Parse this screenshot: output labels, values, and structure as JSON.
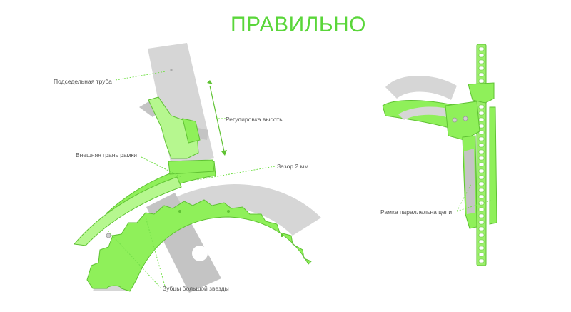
{
  "title": "ПРАВИЛЬНО",
  "labels": {
    "seat_tube": "Подседельная труба",
    "height_adjust": "Регулировка высоты",
    "frame_outer_edge": "Внешняя грань рамки",
    "gap": "Зазор 2 мм",
    "big_ring_teeth": "Зубцы большой звезды",
    "frame_parallel": "Рамка параллельна цепи"
  },
  "colors": {
    "accent": "#5ad63a",
    "part_green": "#8ff05a",
    "part_grey": "#d6d6d6",
    "text": "#555555"
  },
  "icons": [
    "seat-tube-icon",
    "derailleur-icon",
    "chainring-icon",
    "chain-icon",
    "clamp-icon"
  ]
}
